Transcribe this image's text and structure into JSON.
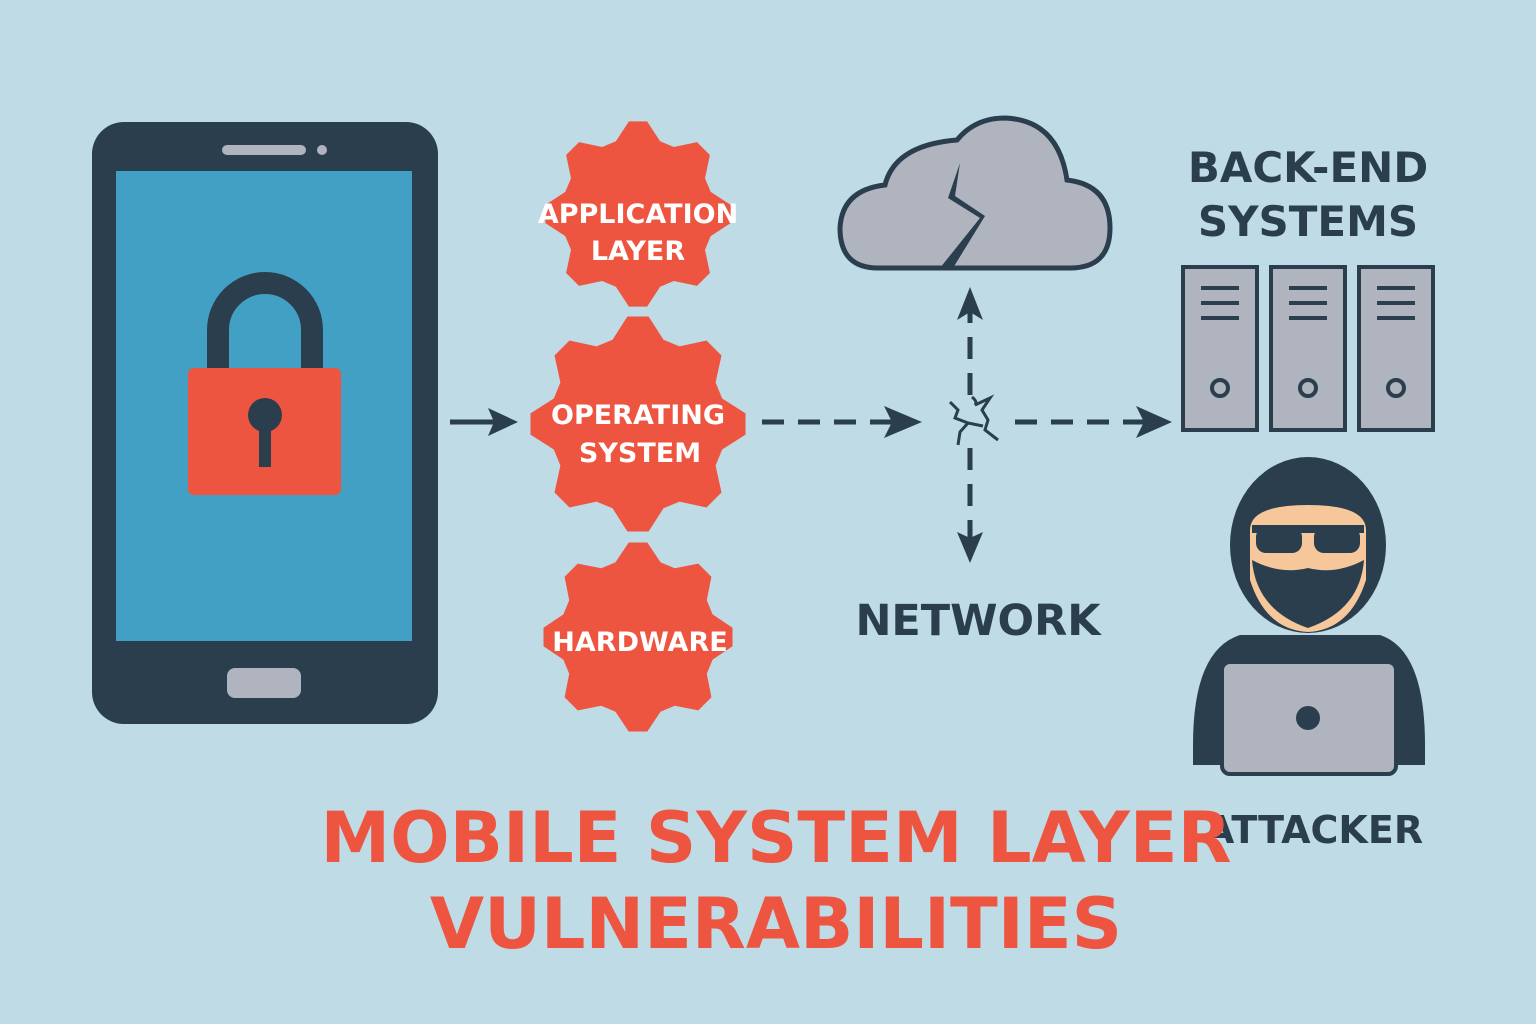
{
  "title": {
    "line1": "MOBILE SYSTEM LAYER",
    "line2": "VULNERABILITIES"
  },
  "layers": [
    {
      "line1": "APPLICATION",
      "line2": "LAYER"
    },
    {
      "line1": "OPERATING",
      "line2": "SYSTEM"
    },
    {
      "line1": "HARDWARE",
      "line2": ""
    }
  ],
  "network": {
    "label": "NETWORK"
  },
  "backend": {
    "line1": "BACK-END",
    "line2": "SYSTEMS"
  },
  "attacker": {
    "label": "ATTACKER"
  },
  "colors": {
    "background": "#bedbe6",
    "dark": "#2a3e4e",
    "accent": "#ee5540",
    "screen": "#41a0c4",
    "gray": "#b0b4bf",
    "skin": "#f5c79a"
  }
}
